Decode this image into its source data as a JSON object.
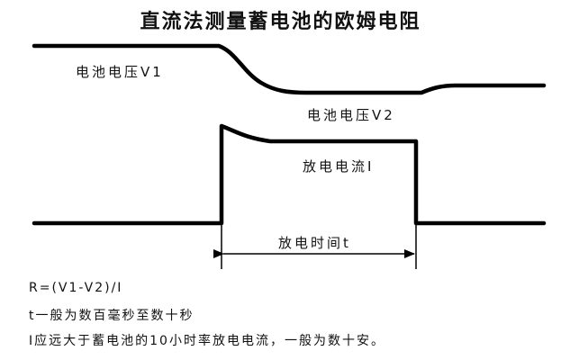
{
  "title": "直流法测量蓄电池的欧姆电阻",
  "labels": {
    "v1": "电池电压V1",
    "v2": "电池电压V2",
    "current": "放电电流I",
    "time": "放电时间t"
  },
  "notes": [
    "R=(V1-V2)/I",
    "t一般为数百毫秒至数十秒",
    "I应远大于蓄电池的10小时率放电电流，一般为数十安。"
  ],
  "colors": {
    "line": "#000000",
    "text": "#111111",
    "background": "#ffffff"
  }
}
